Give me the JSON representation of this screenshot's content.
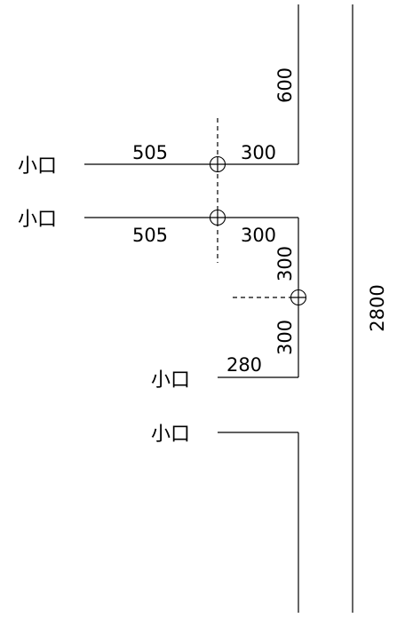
{
  "labels": {
    "edge": "小口"
  },
  "dimensions": {
    "top_vertical": "600",
    "upper_left": "505",
    "upper_right": "300",
    "lower_left": "505",
    "lower_right": "300",
    "vertical_upper": "300",
    "vertical_lower": "300",
    "short_horizontal": "280",
    "overall_height": "2800"
  }
}
